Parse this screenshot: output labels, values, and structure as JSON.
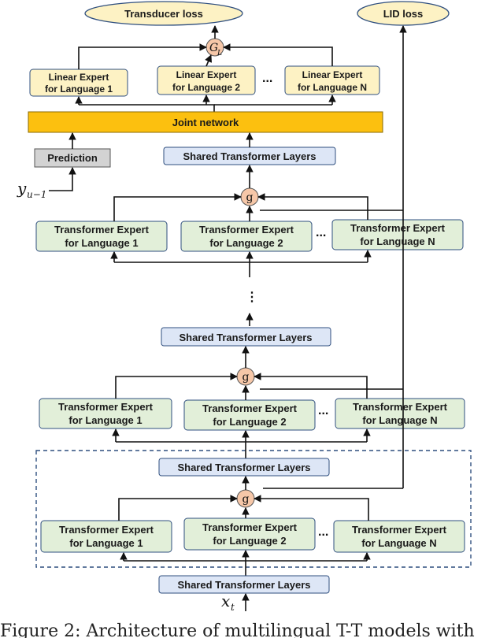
{
  "losses": {
    "transducer": "Transducer loss",
    "lid": "LID loss"
  },
  "linear_experts": [
    {
      "line1": "Linear Expert",
      "line2": "for Language 1"
    },
    {
      "line1": "Linear Expert",
      "line2": "for Language 2"
    },
    {
      "line1": "Linear Expert",
      "line2": "for Language N"
    }
  ],
  "joint_network": "Joint network",
  "prediction": "Prediction",
  "math": {
    "y": "y",
    "y_sub": "u−1",
    "x": "x",
    "x_sub": "t",
    "gate_final": "G",
    "gate_final_sub": "L",
    "gate": "g",
    "vdots": "⋮",
    "hdots": "..."
  },
  "shared_layer": "Shared Transformer Layers",
  "transformer_experts": [
    {
      "line1": "Transformer Expert",
      "line2": "for Language 1"
    },
    {
      "line1": "Transformer Expert",
      "line2": "for Language 2"
    },
    {
      "line1": "Transformer Expert",
      "line2": "for Language N"
    }
  ],
  "caption": "Figure 2: Architecture of multilingual T-T models with",
  "colors": {
    "loss_fill": "#fdf2c4",
    "linear_expert_fill": "#fdf2c4",
    "joint_fill": "#fcc00f",
    "prediction_fill": "#d3d3d3",
    "shared_fill": "#dde6f6",
    "expert_fill": "#e2efd9",
    "gate_fill": "#f6c7a8",
    "dashed_border": "#2f4f7f"
  }
}
